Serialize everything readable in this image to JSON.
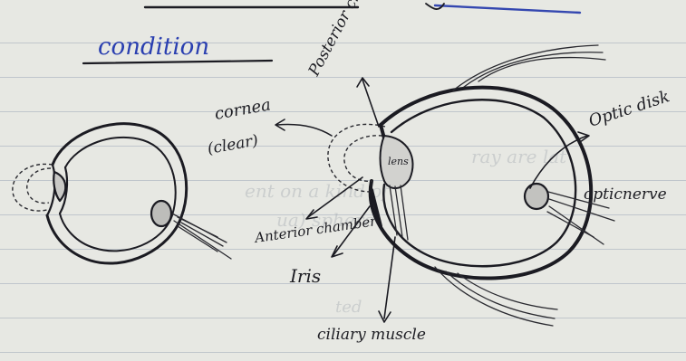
{
  "colors": {
    "paper": "#e7e8e3",
    "ink": "#1b1b22",
    "heading_blue": "#2a3fb0",
    "rule_line": "#7887a0"
  },
  "heading": "condition",
  "labels": {
    "posterior_chamber": "Posterior chamber",
    "cornea": "cornea",
    "cornea_note": "(clear)",
    "lens": "lens",
    "anterior_chamber": "Anterior chamber",
    "iris": "Iris",
    "ciliary_muscle": "ciliary muscle",
    "optic_disk": "Optic disk",
    "optic_nerve": "opticnerve"
  },
  "icons": {
    "left_eye": "eye-cross-section-icon",
    "right_eye": "eye-cross-section-icon"
  }
}
